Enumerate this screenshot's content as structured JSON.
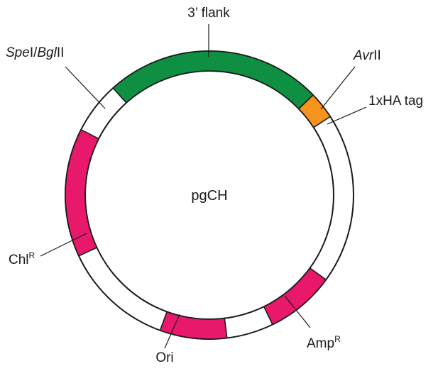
{
  "plasmid": {
    "name": "pgCH"
  },
  "features": [
    {
      "id": "flank",
      "label": "3’ flank",
      "color": "#0f8f42"
    },
    {
      "id": "ha",
      "label": "1xHA tag",
      "color": "#f7941d"
    },
    {
      "id": "ampr",
      "label": "Amp",
      "sup": "R",
      "color": "#e8186b"
    },
    {
      "id": "ori",
      "label": "Ori",
      "color": "#e8186b"
    },
    {
      "id": "chlr",
      "label": "Chl",
      "sup": "R",
      "color": "#e8186b"
    }
  ],
  "sites": {
    "spe_bgl": {
      "part1": "Spe",
      "part2": "I/",
      "part3": "Bgl",
      "part4": "II"
    },
    "avr": {
      "part1": "Avr",
      "part2": "II"
    }
  }
}
